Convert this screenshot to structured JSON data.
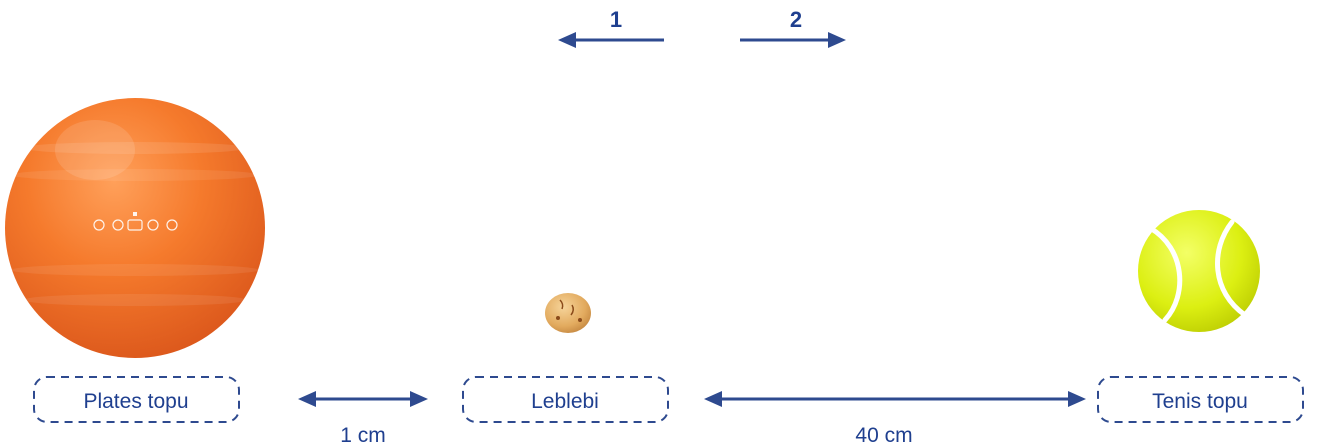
{
  "direction_arrows": {
    "left_label": "1",
    "right_label": "2"
  },
  "objects": [
    {
      "label": "Plates topu",
      "icon": "pilates-ball-icon",
      "color": "#f26522"
    },
    {
      "label": "Leblebi",
      "icon": "chickpea-icon",
      "color": "#e0a857"
    },
    {
      "label": "Tenis topu",
      "icon": "tennis-ball-icon",
      "color": "#d4e600"
    }
  ],
  "distances": [
    {
      "label": "1 cm"
    },
    {
      "label": "40 cm"
    }
  ],
  "colors": {
    "arrow": "#2e4a8f",
    "label_text": "#1f3f8f",
    "box_border": "#2e4a8f"
  }
}
